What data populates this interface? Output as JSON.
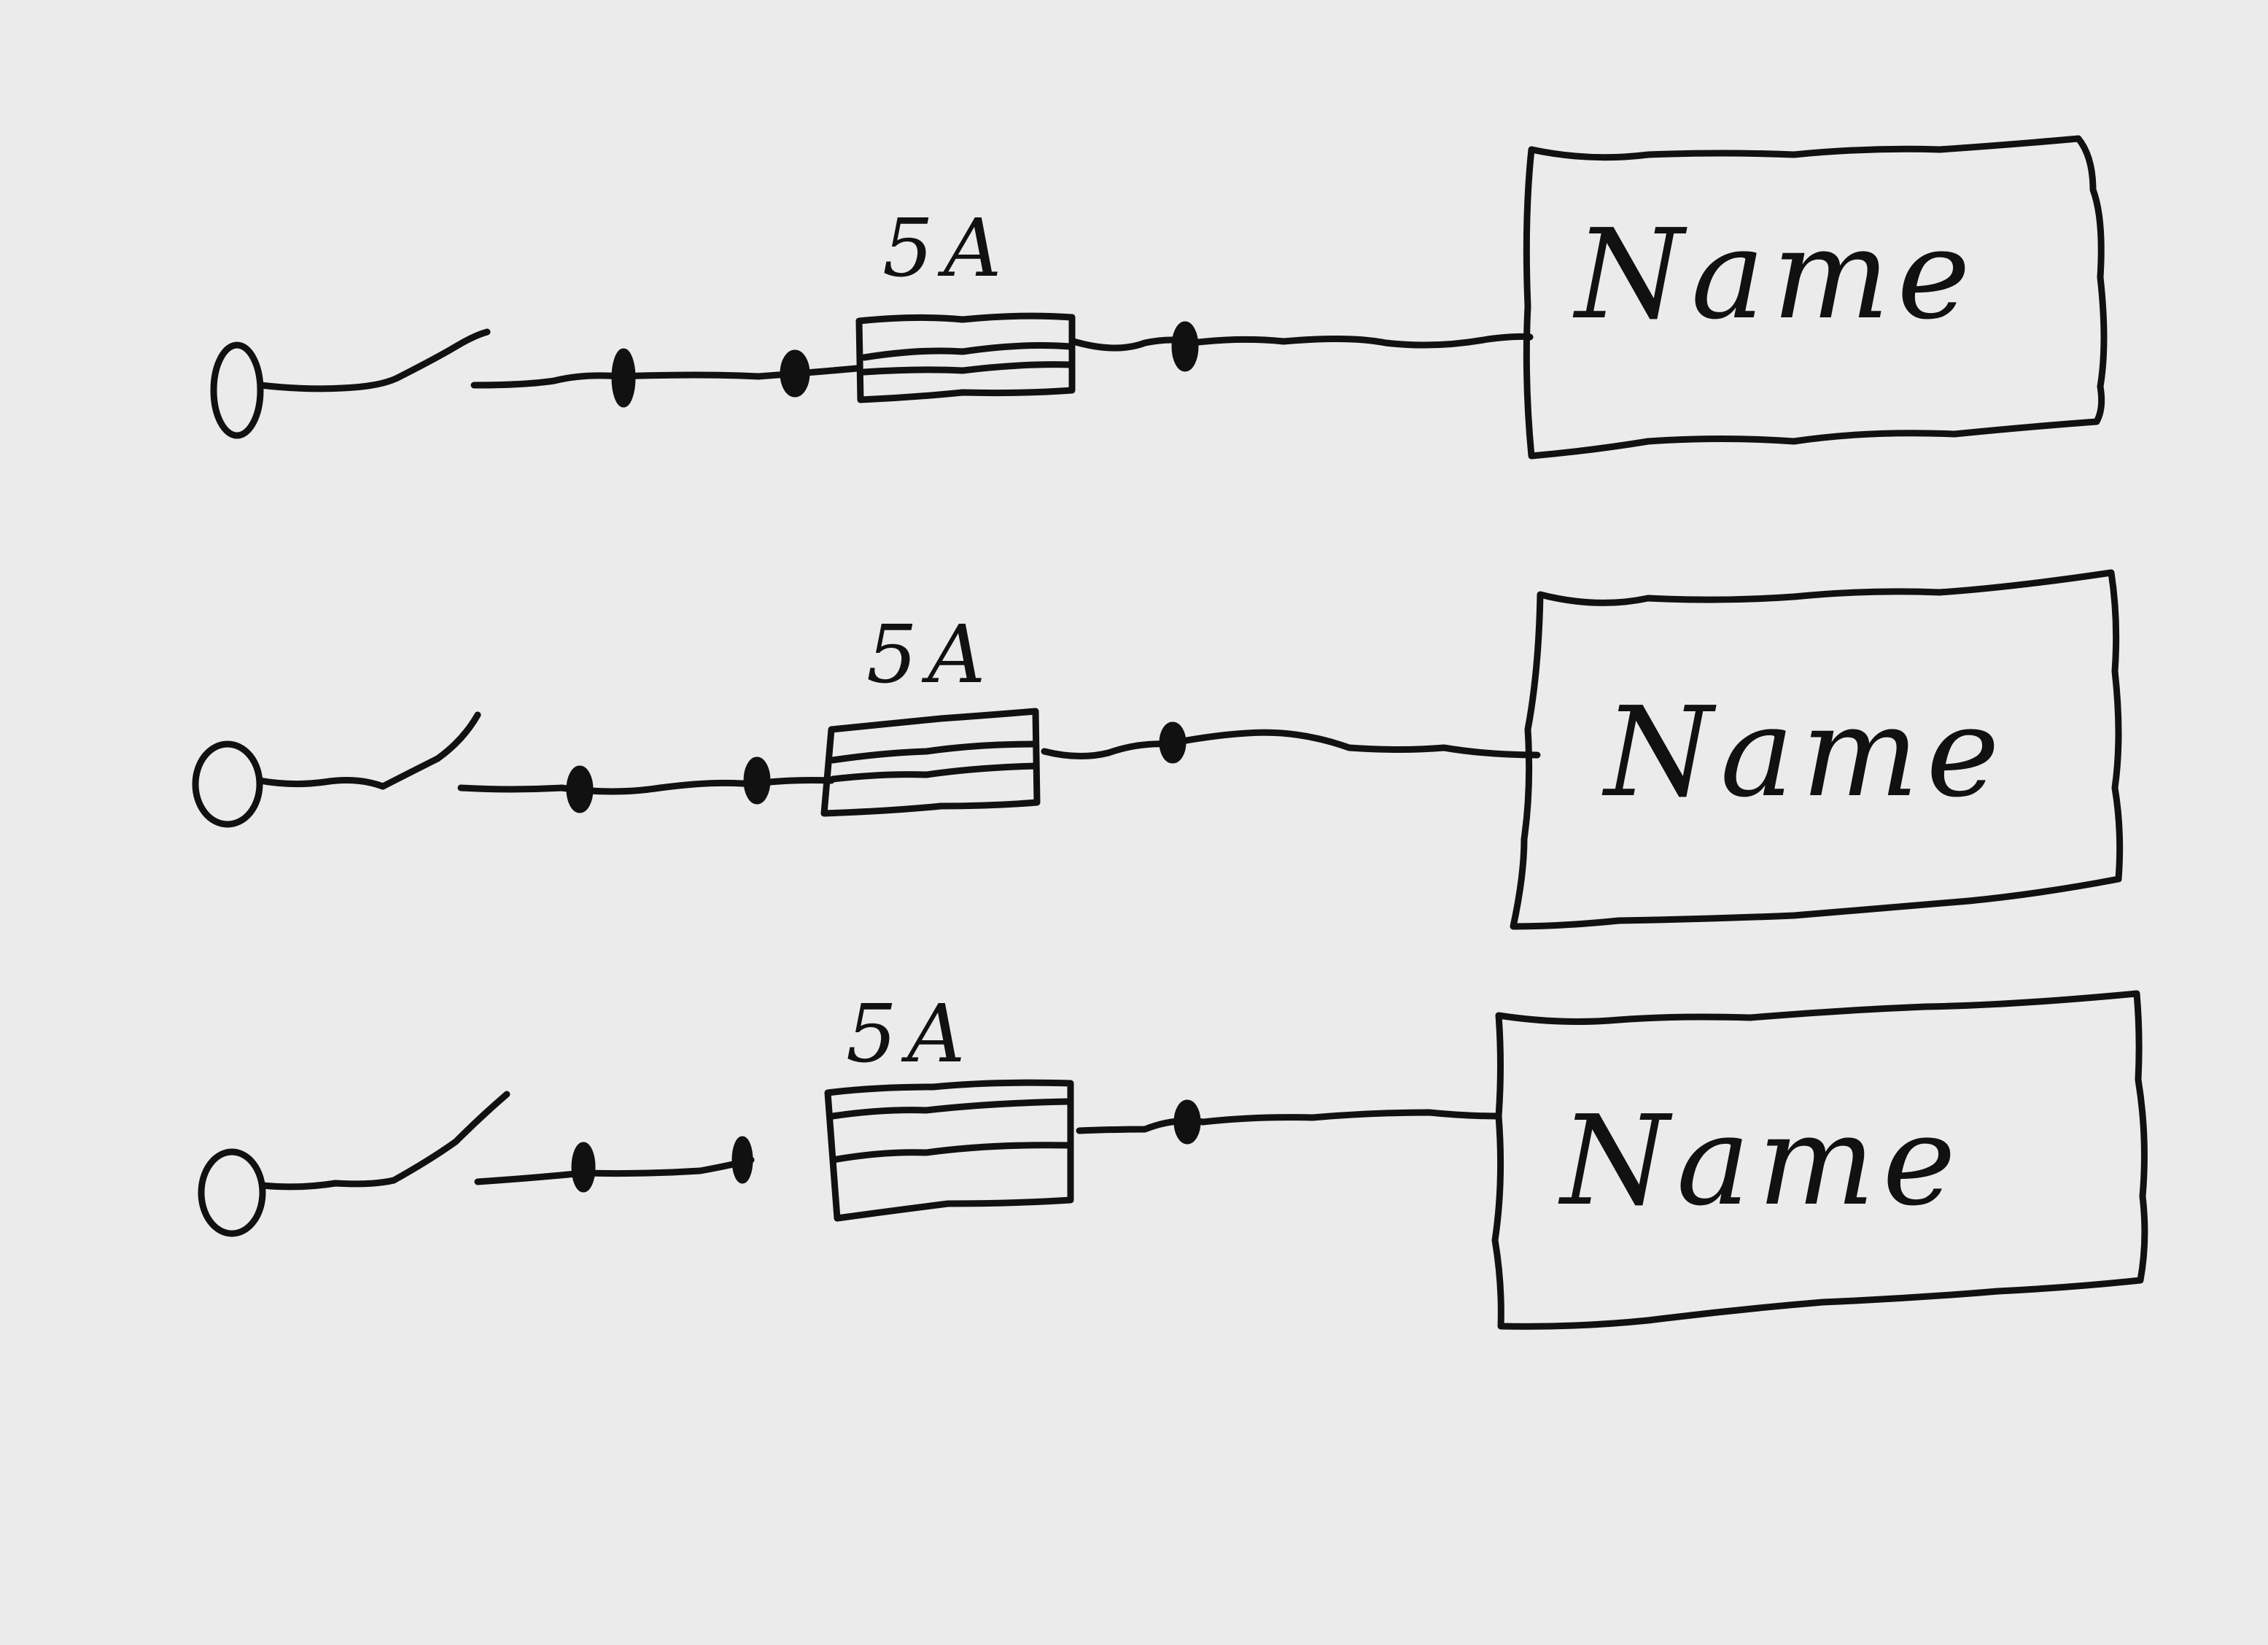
{
  "diagram": {
    "circuits": [
      {
        "id": "circuit-1",
        "fuse_rating": "5A",
        "load_label": "Name"
      },
      {
        "id": "circuit-2",
        "fuse_rating": "5A",
        "load_label": "Name"
      },
      {
        "id": "circuit-3",
        "fuse_rating": "5A",
        "load_label": "Name"
      }
    ],
    "colors": {
      "background": "#ebebeb",
      "ink": "#111111"
    }
  }
}
